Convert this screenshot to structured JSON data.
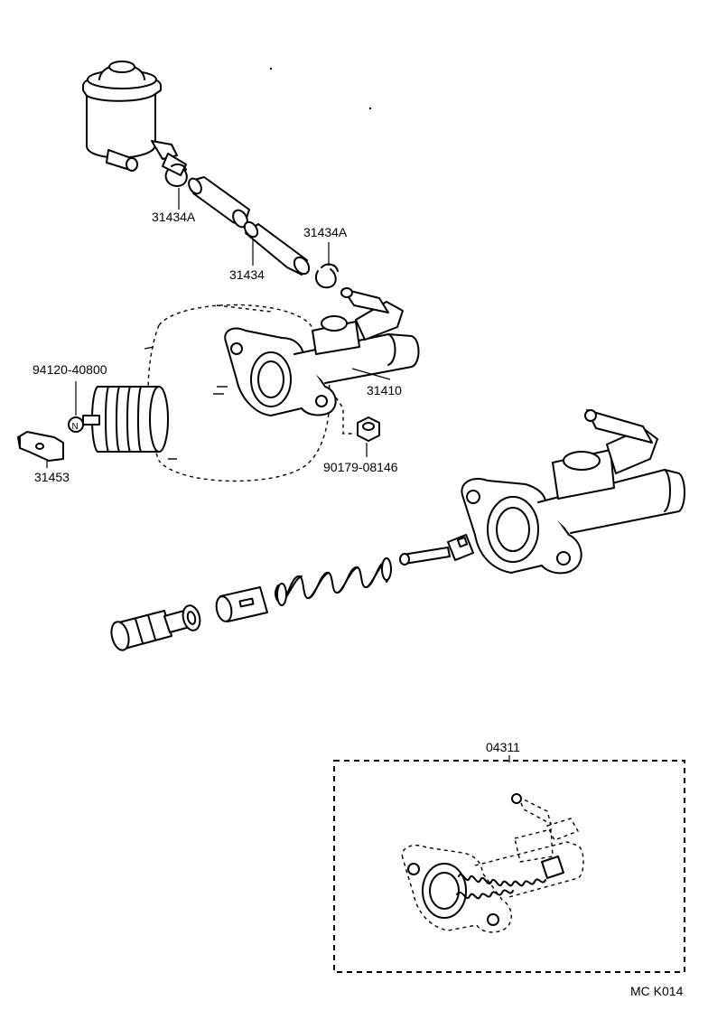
{
  "labels": {
    "hose_clamp_upper": "31434A",
    "hose_clamp_lower": "31434A",
    "reservoir_hose": "31434",
    "master_cylinder": "31410",
    "washer_part": "94120-40800",
    "washer_symbol": "N",
    "clevis": "31453",
    "nut_part": "90179-08146",
    "repair_kit": "04311",
    "figure_code": "MC K014"
  },
  "icons": {
    "reservoir": "reservoir-icon",
    "hose": "hose-icon",
    "clamp": "clamp-icon",
    "booster": "brake-booster-icon",
    "cylinder": "master-cylinder-icon",
    "clevis": "clevis-icon",
    "washer": "washer-icon",
    "nut": "nut-icon",
    "spring": "spring-icon",
    "piston": "piston-icon",
    "pushrod": "pushrod-icon"
  }
}
